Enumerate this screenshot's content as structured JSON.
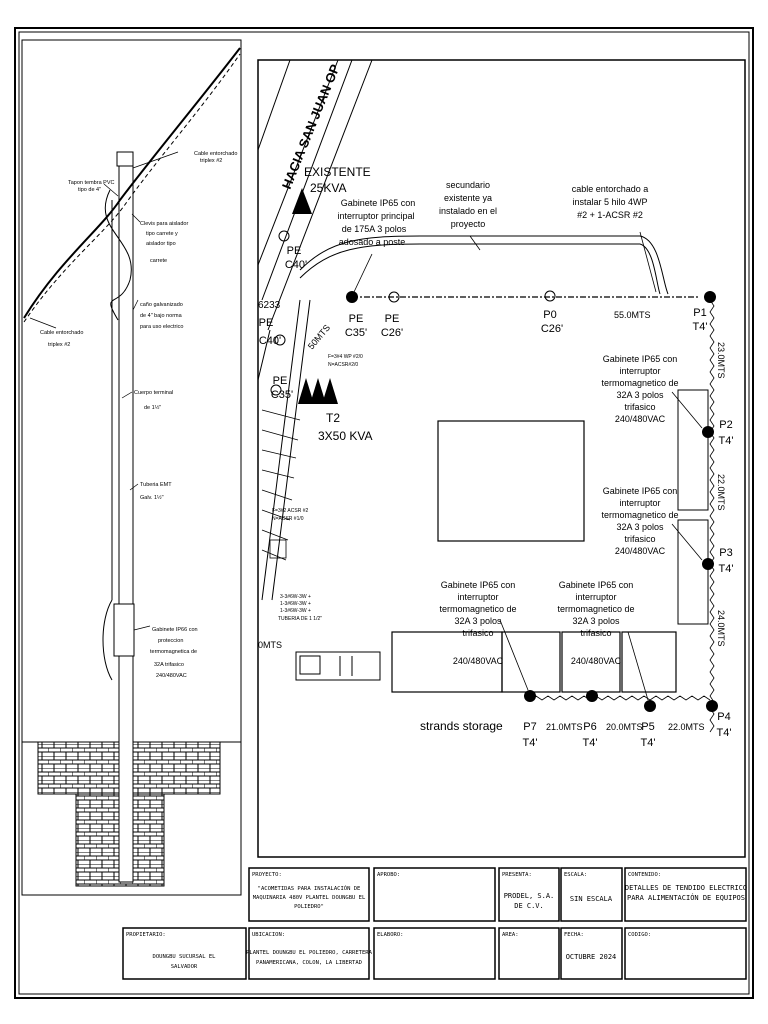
{
  "pole_detail": {
    "labels": [
      "Cable entorchado",
      "triplex #2",
      "Tapon tembra PVC",
      "tipo de 4\"",
      "Clevis para aislador",
      "tipo carrete y",
      "aislador tipo",
      "carrete",
      "caño galvanizado",
      "de 4\" bajo norma",
      "para uso electrico",
      "Cable entorchado",
      "triplex #2",
      "Cuerpo terminal",
      "de 1½\"",
      "Tuberia EMT",
      "Galv. 1½\"",
      "Gabinete IP66 con",
      "proteccion",
      "termomagnetica de",
      "32A trifasico",
      "240/480VAC"
    ]
  },
  "plan": {
    "road": "HACIA SAN JUAN OP",
    "existing": [
      "EXISTENTE",
      "25KVA"
    ],
    "transformer": [
      "T2",
      "3X50 KVA"
    ],
    "pe_labels": [
      [
        "PE",
        "C40'"
      ],
      [
        "PE",
        "C40'"
      ],
      [
        "PE",
        "C35'"
      ],
      [
        "PE",
        "C35'"
      ],
      [
        "PE",
        "C26'"
      ],
      [
        "P0",
        "C26'"
      ]
    ],
    "pole_code": "6233",
    "cabinet_main": [
      "Gabinete IP65 con",
      "interruptor principal",
      "de 175A 3 polos",
      "adosado a poste"
    ],
    "secondary_note": [
      "secundario",
      "existente ya",
      "instalado en el",
      "proyecto"
    ],
    "cable_note": [
      "cable entorchado a",
      "instalar 5 hilo 4WP",
      "#2 + 1-ACSR #2"
    ],
    "distances": {
      "d_pe": "50MTS",
      "d_p0_p1": "55.0MTS",
      "d_p1_p2": "23.0MTS",
      "d_p2_p3": "22.0MTS",
      "d_p3_p4": "24.0MTS",
      "d_p4_p5": "22.0MTS",
      "d_p5_p6": "20.0MTS",
      "d_p6_p7": "21.0MTS",
      "d_left": "0MTS"
    },
    "posts": [
      [
        "P1",
        "T4'"
      ],
      [
        "P2",
        "T4'"
      ],
      [
        "P3",
        "T4'"
      ],
      [
        "P4",
        "T4'"
      ],
      [
        "P5",
        "T4'"
      ],
      [
        "P6",
        "T4'"
      ],
      [
        "P7",
        "T4'"
      ]
    ],
    "cabinet_side": [
      "Gabinete IP65 con",
      "interruptor",
      "termomagnetico de",
      "32A 3 polos",
      "trifasico",
      "240/480VAC"
    ],
    "cabinet_bottom": [
      "Gabinete IP65 con",
      "interruptor",
      "termomagnetico de",
      "32A 3 polos",
      "trifasico",
      "240/480VAC"
    ],
    "storage": "strands storage",
    "small_notes": [
      "F=3#4 WP #2/0",
      "N=ACSR#2/0",
      "F=3#2 ACSR #2",
      "N=ACSR #1/0",
      "3-3#6W-3W +",
      "1-3#6W-3W +",
      "1-3#6W-3W +",
      "TUBERIA DE 1 1/2\""
    ]
  },
  "title_block": {
    "proyecto_h": "PROYECTO:",
    "proyecto": [
      "\"ACOMETIDAS PARA INSTALACIÓN DE",
      "MAQUINARIA 480V PLANTEL DOUNGBU EL",
      "POLIEDRO\""
    ],
    "aprobo_h": "APROBO:",
    "presenta_h": "PRESENTA:",
    "presenta": [
      "PRODEL, S.A.",
      "DE C.V."
    ],
    "escala_h": "ESCALA:",
    "escala": "SIN ESCALA",
    "contenido_h": "CONTENIDO:",
    "contenido": [
      "DETALLES DE TENDIDO ELECTRICO",
      "PARA ALIMENTACIÓN DE EQUIPOS"
    ],
    "propietario_h": "PROPIETARIO:",
    "propietario": [
      "DOUNGBU SUCURSAL EL",
      "SALVADOR"
    ],
    "ubicacion_h": "UBICACION:",
    "ubicacion": [
      "PLANTEL DOUNGBU EL POLIEDRO, CARRETERA",
      "PANAMERICANA, COLON, LA LIBERTAD"
    ],
    "elaboro_h": "ELABORO:",
    "area_h": "AREA:",
    "fecha_h": "FECHA:",
    "fecha": "OCTUBRE 2024",
    "codigo_h": "CODIGO:"
  }
}
